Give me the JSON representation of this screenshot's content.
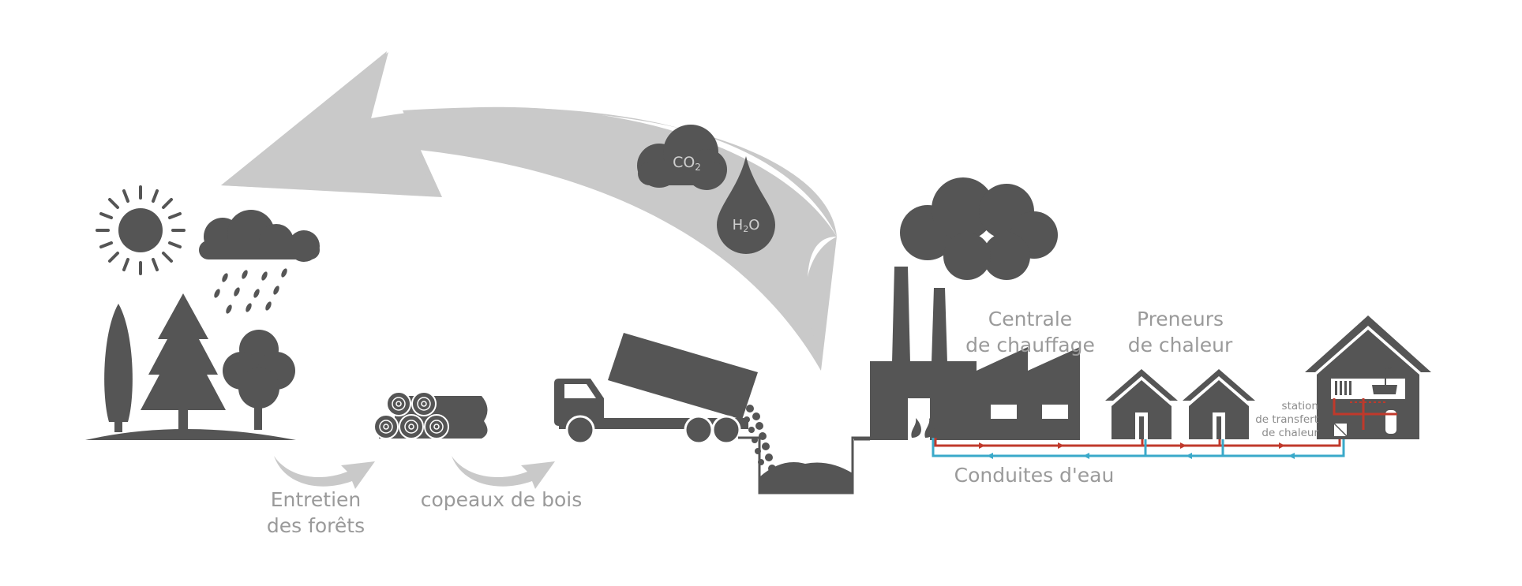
{
  "labels": {
    "forest_l1": "Entretien",
    "forest_l2": "des forêts",
    "chips": "copeaux de bois",
    "plant_l1": "Centrale",
    "plant_l2": "de chauffage",
    "takers_l1": "Preneurs",
    "takers_l2": "de chaleur",
    "pipes": "Conduites d'eau",
    "station_l1": "station",
    "station_l2": "de transfert",
    "station_l3": "de chaleur"
  },
  "emissions": {
    "co2": "CO",
    "co2_sub": "2",
    "h2o_pre": "H",
    "h2o_sub": "2",
    "h2o_post": "O"
  },
  "colors": {
    "icon": "#555555",
    "arrow": "#c9c9c9",
    "label": "#9a9a9a",
    "hot_pipe": "#c0392b",
    "cold_pipe": "#3aa9c9"
  }
}
